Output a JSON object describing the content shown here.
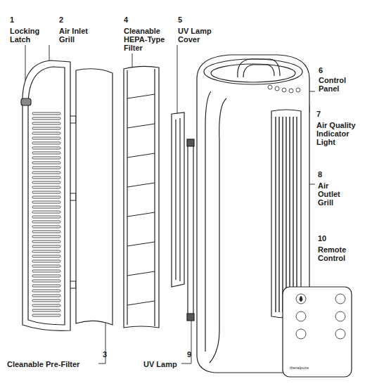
{
  "diagram": {
    "labels": [
      "1",
      "Locking Latch",
      "2",
      "Air Inlet Grill",
      "4",
      "Cleanable HEPA-Type Filter",
      "5",
      "UV Lamp Cover",
      "6",
      "Control Panel",
      "7",
      "Air Quality Indicator Light",
      "8",
      "Air Outlet Grill",
      "10",
      "Remote Control",
      "3",
      "Cleanable Pre-Filter",
      "9",
      "UV Lamp",
      "theralpure"
    ]
  }
}
